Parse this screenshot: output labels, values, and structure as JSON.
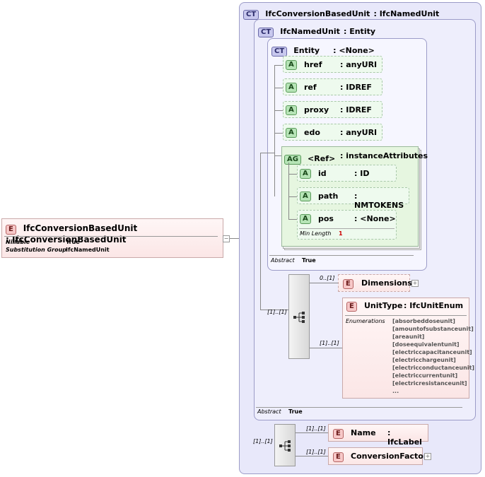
{
  "root": {
    "badge": "E",
    "name": "IfcConversionBasedUnit",
    "type": ": IfcConversionBasedUnit",
    "props": [
      {
        "label": "Nillable",
        "value": "True"
      },
      {
        "label": "Substitution Group",
        "value": "IfcNamedUnit"
      }
    ]
  },
  "ct_outer": {
    "badge": "CT",
    "name": "IfcConversionBasedUnit",
    "type": ": IfcNamedUnit"
  },
  "ct_named": {
    "badge": "CT",
    "name": "IfcNamedUnit",
    "type": ": Entity",
    "abstract_label": "Abstract",
    "abstract_value": "True"
  },
  "ct_entity": {
    "badge": "CT",
    "name": "Entity",
    "type": ": <None>",
    "abstract_label": "Abstract",
    "abstract_value": "True"
  },
  "attributes": [
    {
      "badge": "A",
      "name": "href",
      "type": ": anyURI"
    },
    {
      "badge": "A",
      "name": "ref",
      "type": ": IDREF"
    },
    {
      "badge": "A",
      "name": "proxy",
      "type": ": IDREF"
    },
    {
      "badge": "A",
      "name": "edo",
      "type": ": anyURI"
    }
  ],
  "attr_group": {
    "badge": "AG",
    "name": "<Ref>",
    "type": ": instanceAttributes",
    "attributes": [
      {
        "badge": "A",
        "name": "id",
        "type": ": ID"
      },
      {
        "badge": "A",
        "name": "path",
        "type": ": NMTOKENS"
      },
      {
        "badge": "A",
        "name": "pos",
        "type": ": <None>",
        "min_length_label": "Min Length",
        "min_length_value": "1"
      }
    ]
  },
  "dimensions": {
    "badge": "E",
    "name": "Dimensions",
    "mult": "0..[1]"
  },
  "unittype": {
    "badge": "E",
    "name": "UnitType",
    "type": ": IfcUnitEnum",
    "mult": "[1]..[1]",
    "enum_label": "Enumerations",
    "enums": [
      "[absorbeddoseunit]",
      "[amountofsubstanceunit]",
      "[areaunit]",
      "[doseequivalentunit]",
      "[electriccapacitanceunit]",
      "[electricchargeunit]",
      "[electricconductanceunit]",
      "[electriccurrentunit]",
      "[electricresistanceunit]",
      "..."
    ]
  },
  "seq1_mult": "[1]..[1]",
  "seq2_mult": "[1]..[1]",
  "name_el": {
    "badge": "E",
    "name": "Name",
    "type": ": IfcLabel",
    "mult": "[1]..[1]"
  },
  "conv_el": {
    "badge": "E",
    "name": "ConversionFactor",
    "mult": "[1]..[1]"
  },
  "colors": {
    "ct_border": "#9c9cc8",
    "element_fill": "#fbe6e6",
    "attribute_fill": "#eefaee"
  }
}
